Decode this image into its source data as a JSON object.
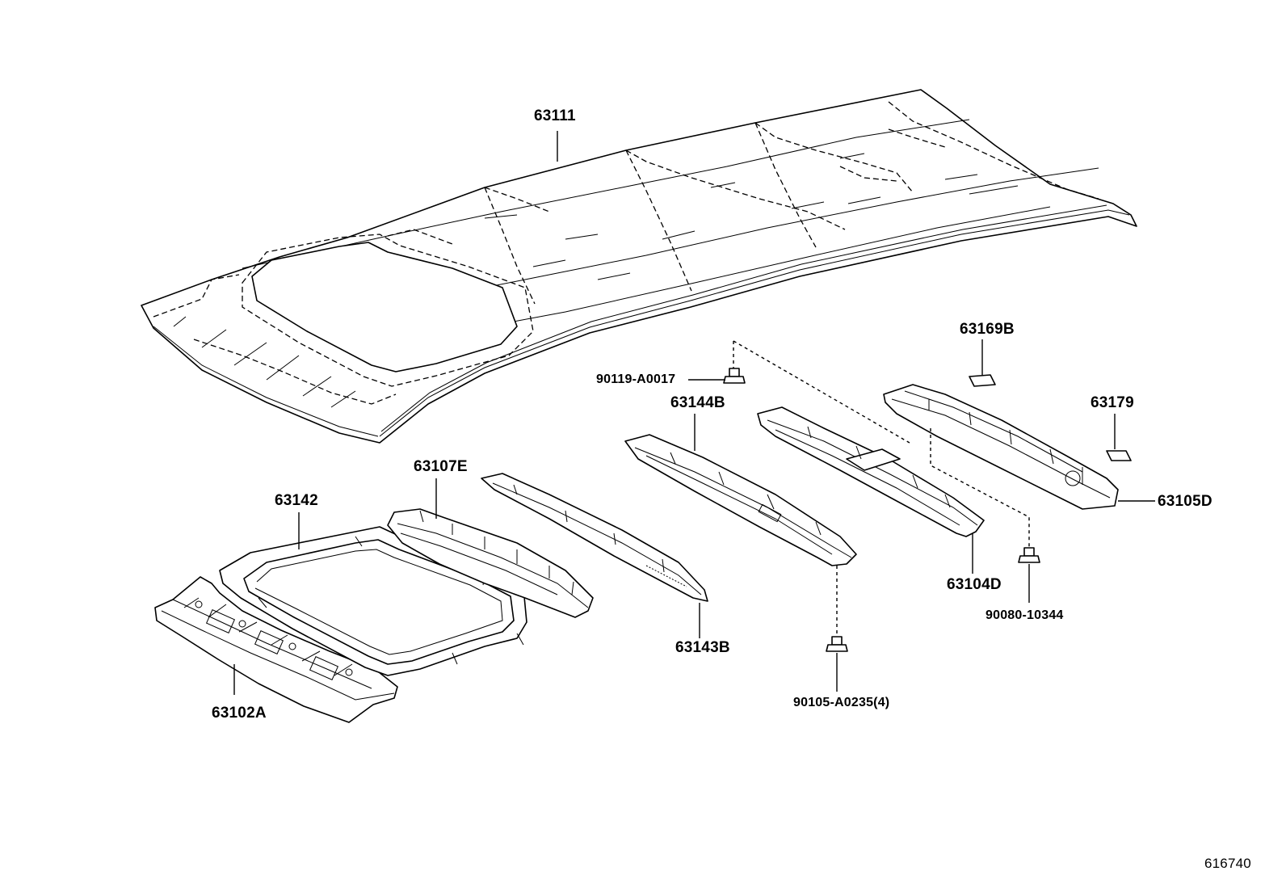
{
  "labels": {
    "roof_panel": "63111",
    "front_header": "63102A",
    "sunroof_reinforcement": "63142",
    "front_roof_bow": "63107E",
    "roof_bow_no3": "63143B",
    "roof_bow_no2": "63144B",
    "roof_bow_no1": "63104D",
    "rear_header": "63105D",
    "pad_a": "63169B",
    "pad_b": "63179",
    "bolt_a": "90119-A0017",
    "bolt_b": "90105-A0235(4)",
    "bolt_c": "90080-10344"
  },
  "diagram_id": "616740"
}
